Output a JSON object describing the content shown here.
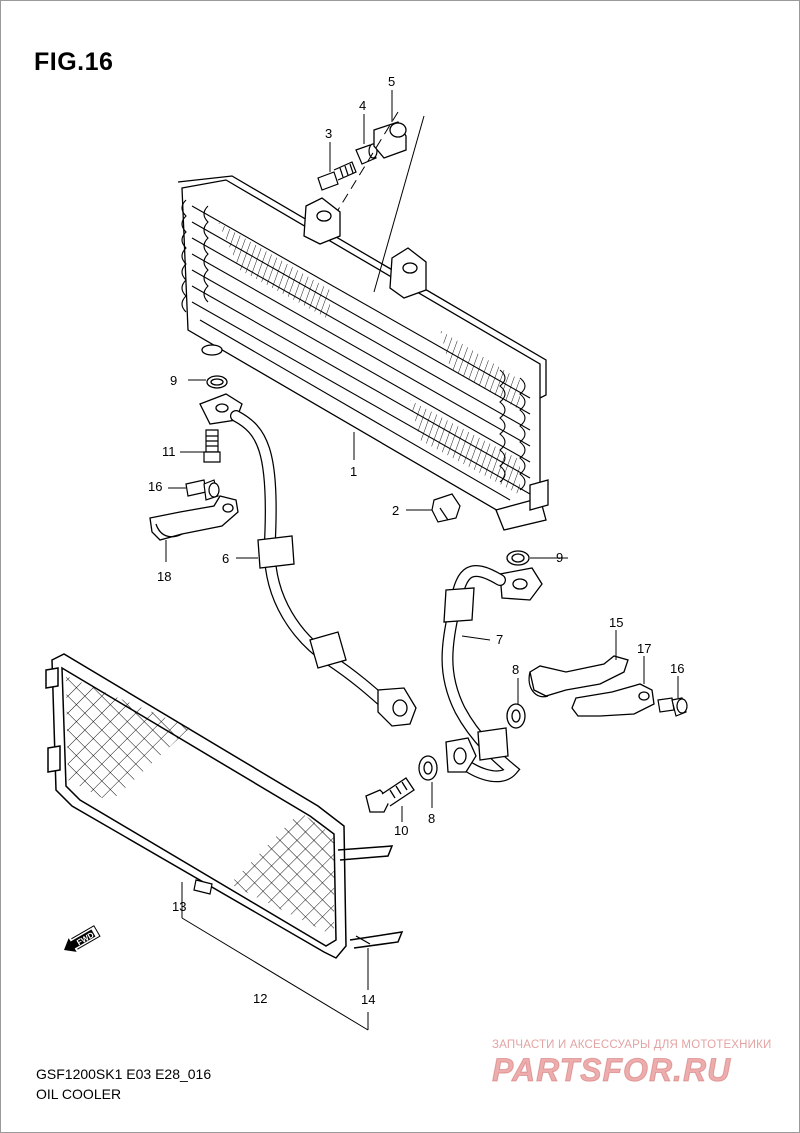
{
  "figure": {
    "title": "FIG.16"
  },
  "parts": [
    {
      "no": "1"
    },
    {
      "no": "2"
    },
    {
      "no": "3"
    },
    {
      "no": "4"
    },
    {
      "no": "5"
    },
    {
      "no": "6"
    },
    {
      "no": "7"
    },
    {
      "no": "8"
    },
    {
      "no": "9"
    },
    {
      "no": "10"
    },
    {
      "no": "11"
    },
    {
      "no": "12"
    },
    {
      "no": "13"
    },
    {
      "no": "14"
    },
    {
      "no": "15"
    },
    {
      "no": "16"
    },
    {
      "no": "17"
    },
    {
      "no": "18"
    }
  ],
  "callouts": {
    "c1": "1",
    "c2": "2",
    "c3": "3",
    "c4": "4",
    "c5": "5",
    "c6": "6",
    "c7": "7",
    "c8a": "8",
    "c8b": "8",
    "c9a": "9",
    "c9b": "9",
    "c10": "10",
    "c11": "11",
    "c12": "12",
    "c13": "13",
    "c14": "14",
    "c15": "15",
    "c16a": "16",
    "c16b": "16",
    "c17": "17",
    "c18": "18"
  },
  "direction_badge": {
    "text": "FWD",
    "icon": "fwd-arrow-icon"
  },
  "footer": {
    "model_code": "GSF1200SK1 E03 E28_016",
    "model_name": "OIL COOLER"
  },
  "watermark": {
    "caption": "ЗАПЧАСТИ И АКСЕССУАРЫ ДЛЯ МОТОТЕХНИКИ",
    "logo_text": "PARTSFOR.RU",
    "color": "#e06a6a"
  },
  "colors": {
    "line": "#000000",
    "background": "#ffffff",
    "frame": "#9a9a9a"
  }
}
